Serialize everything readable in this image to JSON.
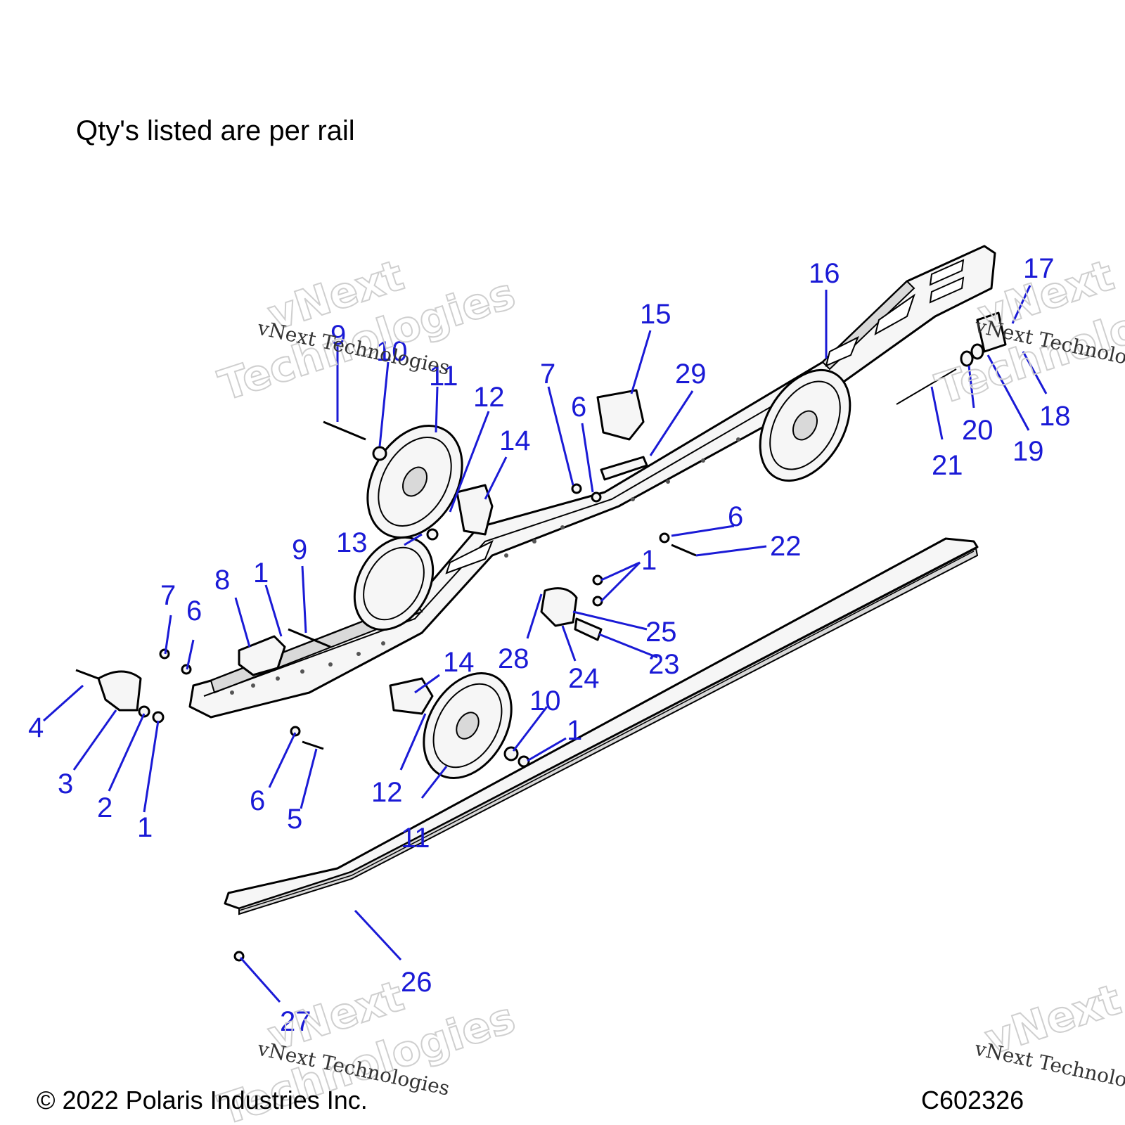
{
  "note": "Qty's listed are per rail",
  "copyright": "© 2022 Polaris Industries Inc.",
  "figure_id": "C602326",
  "watermark": {
    "serif": "vNext Technologies",
    "outline_line1": "vNext",
    "outline_line2": "Technologies"
  },
  "callout_color": "#1a1ad6",
  "callouts": [
    {
      "label": "1"
    },
    {
      "label": "1"
    },
    {
      "label": "1"
    },
    {
      "label": "1"
    },
    {
      "label": "2"
    },
    {
      "label": "3"
    },
    {
      "label": "4"
    },
    {
      "label": "5"
    },
    {
      "label": "6"
    },
    {
      "label": "6"
    },
    {
      "label": "6"
    },
    {
      "label": "6"
    },
    {
      "label": "7"
    },
    {
      "label": "7"
    },
    {
      "label": "8"
    },
    {
      "label": "9"
    },
    {
      "label": "9"
    },
    {
      "label": "10"
    },
    {
      "label": "10"
    },
    {
      "label": "11"
    },
    {
      "label": "11"
    },
    {
      "label": "12"
    },
    {
      "label": "12"
    },
    {
      "label": "13"
    },
    {
      "label": "14"
    },
    {
      "label": "14"
    },
    {
      "label": "15"
    },
    {
      "label": "16"
    },
    {
      "label": "17"
    },
    {
      "label": "18"
    },
    {
      "label": "19"
    },
    {
      "label": "20"
    },
    {
      "label": "21"
    },
    {
      "label": "22"
    },
    {
      "label": "23"
    },
    {
      "label": "24"
    },
    {
      "label": "25"
    },
    {
      "label": "26"
    },
    {
      "label": "27"
    },
    {
      "label": "28"
    },
    {
      "label": "29"
    }
  ]
}
